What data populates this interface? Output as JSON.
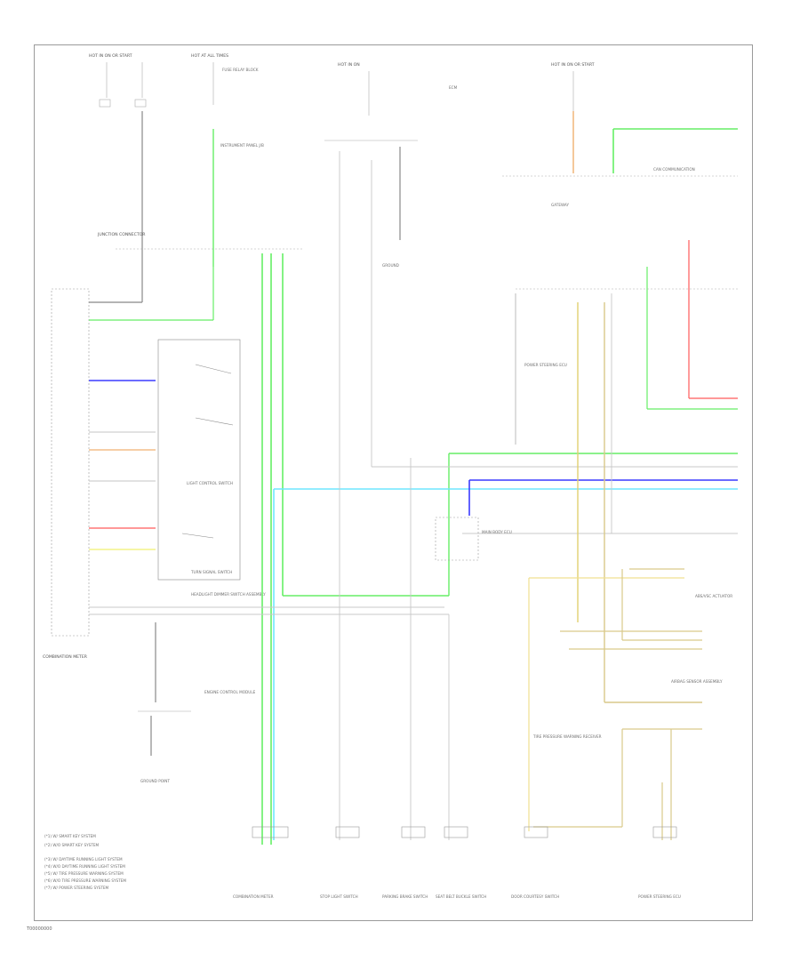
{
  "colors": {
    "light_green": "#66ee66",
    "blue": "#3a3aff",
    "light_blue": "#6fe6ff",
    "red": "#ff5a5a",
    "yellow": "#f0f070",
    "tan": "#d9c98a",
    "orange": "#f0b070",
    "gray_wire": "#b8b8b8",
    "frame": "#9a9a9a"
  },
  "labels": {
    "hot_top_left": "HOT IN ON OR START",
    "hot_top_mid": "HOT AT ALL TIMES",
    "hot_top_center": "HOT IN ON",
    "hot_top_right": "HOT IN ON OR START",
    "ecm_left": "ECM",
    "combination_meter": "COMBINATION METER",
    "gateway": "GATEWAY",
    "can_bus": "CAN COMMUNICATION",
    "ground": "GROUND",
    "fuse_relay": "FUSE RELAY BLOCK",
    "body_ecu": "MAIN BODY ECU",
    "abs_unit": "ABS/VSC ACTUATOR",
    "tpms_receiver": "TIRE PRESSURE WARNING RECEIVER",
    "airbag_sensor": "AIRBAG SENSOR ASSEMBLY",
    "brake_switch": "STOP LIGHT SWITCH",
    "parking_switch": "PARKING BRAKE SWITCH",
    "seat_belt": "SEAT BELT BUCKLE SWITCH",
    "door_switch": "DOOR COURTESY SWITCH",
    "power_steering": "POWER STEERING ECU",
    "eng_control": "ENGINE CONTROL MODULE",
    "light_control": "LIGHT CONTROL SWITCH",
    "turn_signal": "TURN SIGNAL SWITCH",
    "headlight_dimmer": "HEADLIGHT DIMMER SWITCH ASSEMBLY",
    "instrument_panel": "INSTRUMENT PANEL J/B",
    "connector_junction": "JUNCTION CONNECTOR",
    "ground_point": "GROUND POINT",
    "legend_1": "(*1) W/ SMART KEY SYSTEM",
    "legend_2": "(*2) W/O SMART KEY SYSTEM",
    "legend_3": "(*3) W/ DAYTIME RUNNING LIGHT SYSTEM",
    "legend_4": "(*4) W/O DAYTIME RUNNING LIGHT SYSTEM",
    "legend_5": "(*5) W/ TIRE PRESSURE WARNING SYSTEM",
    "legend_6": "(*6) W/O TIRE PRESSURE WARNING SYSTEM",
    "legend_7": "(*7) W/ POWER STEERING SYSTEM",
    "footer_code": "T00000000"
  }
}
